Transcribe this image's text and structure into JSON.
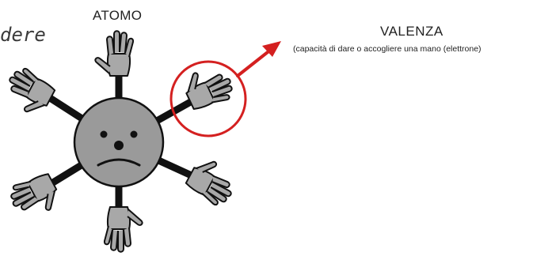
{
  "title": "ATOMO",
  "partial_word": "dere",
  "valenza": {
    "heading": "VALENZA",
    "description": "(capacità di dare o accogliere una mano (elettrone)"
  },
  "colors": {
    "body_fill": "#9a9a9a",
    "hand_fill": "#a8a8a8",
    "arm": "#111111",
    "highlight": "#d42020",
    "text": "#222222"
  },
  "icons": [
    "atom-face-icon",
    "hand-icon",
    "arrow-icon"
  ]
}
